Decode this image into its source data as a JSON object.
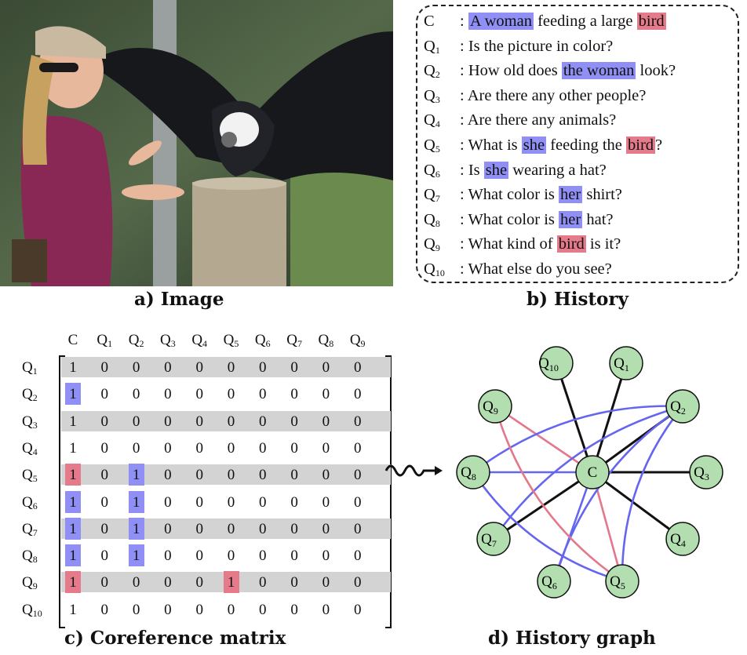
{
  "panels": {
    "image_caption": "a) Image",
    "history_caption": "b) History",
    "matrix_caption": "c) Coreference matrix",
    "graph_caption": "d) History graph"
  },
  "history": [
    {
      "label": "C",
      "label_sub": "",
      "parts": [
        {
          "t": "A woman",
          "h": "b"
        },
        {
          "t": " feeding a large ",
          "h": ""
        },
        {
          "t": "bird",
          "h": "r"
        }
      ]
    },
    {
      "label": "Q",
      "label_sub": "1",
      "parts": [
        {
          "t": "Is the picture in color?",
          "h": ""
        }
      ]
    },
    {
      "label": "Q",
      "label_sub": "2",
      "parts": [
        {
          "t": "How old does ",
          "h": ""
        },
        {
          "t": "the woman",
          "h": "b"
        },
        {
          "t": " look?",
          "h": ""
        }
      ]
    },
    {
      "label": "Q",
      "label_sub": "3",
      "parts": [
        {
          "t": "Are there any other people?",
          "h": ""
        }
      ]
    },
    {
      "label": "Q",
      "label_sub": "4",
      "parts": [
        {
          "t": "Are there any animals?",
          "h": ""
        }
      ]
    },
    {
      "label": "Q",
      "label_sub": "5",
      "parts": [
        {
          "t": "What is ",
          "h": ""
        },
        {
          "t": "she",
          "h": "b"
        },
        {
          "t": " feeding the ",
          "h": ""
        },
        {
          "t": "bird",
          "h": "r"
        },
        {
          "t": "?",
          "h": ""
        }
      ]
    },
    {
      "label": "Q",
      "label_sub": "6",
      "parts": [
        {
          "t": "Is ",
          "h": ""
        },
        {
          "t": "she",
          "h": "b"
        },
        {
          "t": " wearing a hat?",
          "h": ""
        }
      ]
    },
    {
      "label": "Q",
      "label_sub": "7",
      "parts": [
        {
          "t": "What color is ",
          "h": ""
        },
        {
          "t": "her",
          "h": "b"
        },
        {
          "t": " shirt?",
          "h": ""
        }
      ]
    },
    {
      "label": "Q",
      "label_sub": "8",
      "parts": [
        {
          "t": "What color is ",
          "h": ""
        },
        {
          "t": "her",
          "h": "b"
        },
        {
          "t": " hat?",
          "h": ""
        }
      ]
    },
    {
      "label": "Q",
      "label_sub": "9",
      "parts": [
        {
          "t": "What kind of ",
          "h": ""
        },
        {
          "t": "bird",
          "h": "r"
        },
        {
          "t": " is it?",
          "h": ""
        }
      ]
    },
    {
      "label": "Q",
      "label_sub": "10",
      "parts": [
        {
          "t": "What else do you see?",
          "h": ""
        }
      ]
    }
  ],
  "matrix": {
    "col_headers": [
      {
        "m": "C",
        "s": ""
      },
      {
        "m": "Q",
        "s": "1"
      },
      {
        "m": "Q",
        "s": "2"
      },
      {
        "m": "Q",
        "s": "3"
      },
      {
        "m": "Q",
        "s": "4"
      },
      {
        "m": "Q",
        "s": "5"
      },
      {
        "m": "Q",
        "s": "6"
      },
      {
        "m": "Q",
        "s": "7"
      },
      {
        "m": "Q",
        "s": "8"
      },
      {
        "m": "Q",
        "s": "9"
      }
    ],
    "rows": [
      {
        "label": "Q",
        "sub": "1",
        "shaded": true,
        "values": [
          1,
          0,
          0,
          0,
          0,
          0,
          0,
          0,
          0,
          0
        ],
        "hl": [
          "",
          "",
          "",
          "",
          "",
          "",
          "",
          "",
          "",
          ""
        ]
      },
      {
        "label": "Q",
        "sub": "2",
        "shaded": false,
        "values": [
          1,
          0,
          0,
          0,
          0,
          0,
          0,
          0,
          0,
          0
        ],
        "hl": [
          "b",
          "",
          "",
          "",
          "",
          "",
          "",
          "",
          "",
          ""
        ]
      },
      {
        "label": "Q",
        "sub": "3",
        "shaded": true,
        "values": [
          1,
          0,
          0,
          0,
          0,
          0,
          0,
          0,
          0,
          0
        ],
        "hl": [
          "",
          "",
          "",
          "",
          "",
          "",
          "",
          "",
          "",
          ""
        ]
      },
      {
        "label": "Q",
        "sub": "4",
        "shaded": false,
        "values": [
          1,
          0,
          0,
          0,
          0,
          0,
          0,
          0,
          0,
          0
        ],
        "hl": [
          "",
          "",
          "",
          "",
          "",
          "",
          "",
          "",
          "",
          ""
        ]
      },
      {
        "label": "Q",
        "sub": "5",
        "shaded": true,
        "values": [
          1,
          0,
          1,
          0,
          0,
          0,
          0,
          0,
          0,
          0
        ],
        "hl": [
          "r",
          "",
          "b",
          "",
          "",
          "",
          "",
          "",
          "",
          ""
        ]
      },
      {
        "label": "Q",
        "sub": "6",
        "shaded": false,
        "values": [
          1,
          0,
          1,
          0,
          0,
          0,
          0,
          0,
          0,
          0
        ],
        "hl": [
          "b",
          "",
          "b",
          "",
          "",
          "",
          "",
          "",
          "",
          ""
        ]
      },
      {
        "label": "Q",
        "sub": "7",
        "shaded": true,
        "values": [
          1,
          0,
          1,
          0,
          0,
          0,
          0,
          0,
          0,
          0
        ],
        "hl": [
          "b",
          "",
          "b",
          "",
          "",
          "",
          "",
          "",
          "",
          ""
        ]
      },
      {
        "label": "Q",
        "sub": "8",
        "shaded": false,
        "values": [
          1,
          0,
          1,
          0,
          0,
          0,
          0,
          0,
          0,
          0
        ],
        "hl": [
          "b",
          "",
          "b",
          "",
          "",
          "",
          "",
          "",
          "",
          ""
        ]
      },
      {
        "label": "Q",
        "sub": "9",
        "shaded": true,
        "values": [
          1,
          0,
          0,
          0,
          0,
          1,
          0,
          0,
          0,
          0
        ],
        "hl": [
          "r",
          "",
          "",
          "",
          "",
          "r",
          "",
          "",
          "",
          ""
        ]
      },
      {
        "label": "Q",
        "sub": "10",
        "shaded": false,
        "values": [
          1,
          0,
          0,
          0,
          0,
          0,
          0,
          0,
          0,
          0
        ],
        "hl": [
          "",
          "",
          "",
          "",
          "",
          "",
          "",
          "",
          "",
          ""
        ]
      }
    ]
  },
  "graph": {
    "nodes": [
      {
        "id": "C",
        "m": "C",
        "s": ""
      },
      {
        "id": "Q1",
        "m": "Q",
        "s": "1"
      },
      {
        "id": "Q2",
        "m": "Q",
        "s": "2"
      },
      {
        "id": "Q3",
        "m": "Q",
        "s": "3"
      },
      {
        "id": "Q4",
        "m": "Q",
        "s": "4"
      },
      {
        "id": "Q5",
        "m": "Q",
        "s": "5"
      },
      {
        "id": "Q6",
        "m": "Q",
        "s": "6"
      },
      {
        "id": "Q7",
        "m": "Q",
        "s": "7"
      },
      {
        "id": "Q8",
        "m": "Q",
        "s": "8"
      },
      {
        "id": "Q9",
        "m": "Q",
        "s": "9"
      },
      {
        "id": "Q10",
        "m": "Q",
        "s": "10"
      }
    ],
    "edges": [
      {
        "a": "C",
        "b": "Q1",
        "kind": "black"
      },
      {
        "a": "C",
        "b": "Q2",
        "kind": "black"
      },
      {
        "a": "C",
        "b": "Q3",
        "kind": "black"
      },
      {
        "a": "C",
        "b": "Q4",
        "kind": "black"
      },
      {
        "a": "C",
        "b": "Q7",
        "kind": "black"
      },
      {
        "a": "C",
        "b": "Q10",
        "kind": "black"
      },
      {
        "a": "C",
        "b": "Q8",
        "kind": "blue"
      },
      {
        "a": "C",
        "b": "Q6",
        "kind": "blue"
      },
      {
        "a": "C",
        "b": "Q5",
        "kind": "pink"
      },
      {
        "a": "C",
        "b": "Q9",
        "kind": "pink"
      },
      {
        "a": "Q2",
        "b": "Q8",
        "kind": "blue"
      },
      {
        "a": "Q2",
        "b": "Q7",
        "kind": "blue"
      },
      {
        "a": "Q2",
        "b": "Q6",
        "kind": "blue"
      },
      {
        "a": "Q2",
        "b": "Q5",
        "kind": "blue"
      },
      {
        "a": "Q9",
        "b": "Q5",
        "kind": "pink"
      },
      {
        "a": "Q8",
        "b": "Q5",
        "kind": "blue"
      }
    ],
    "colors": {
      "node_fill": "#b3deb0",
      "black": "#111111",
      "blue": "#6565f0",
      "pink": "#e3788c"
    }
  }
}
